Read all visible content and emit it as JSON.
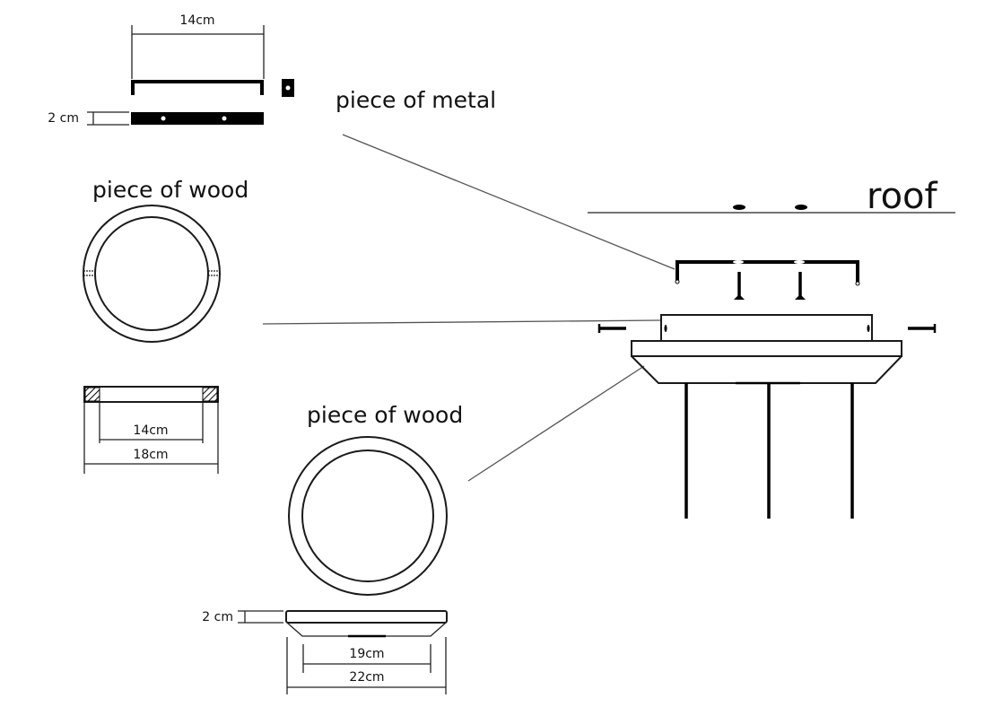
{
  "labels": {
    "metal": "piece of metal",
    "wood_ring": "piece of wood",
    "wood_base": "piece of wood",
    "roof": "roof"
  },
  "dimensions": {
    "metal_length": "14cm",
    "metal_height": "2 cm",
    "ring_inner": "14cm",
    "ring_outer": "18cm",
    "base_height": "2 cm",
    "base_inner": "19cm",
    "base_outer": "22cm"
  },
  "colors": {
    "line": "#000000",
    "leader": "#555555",
    "background": "#ffffff"
  }
}
